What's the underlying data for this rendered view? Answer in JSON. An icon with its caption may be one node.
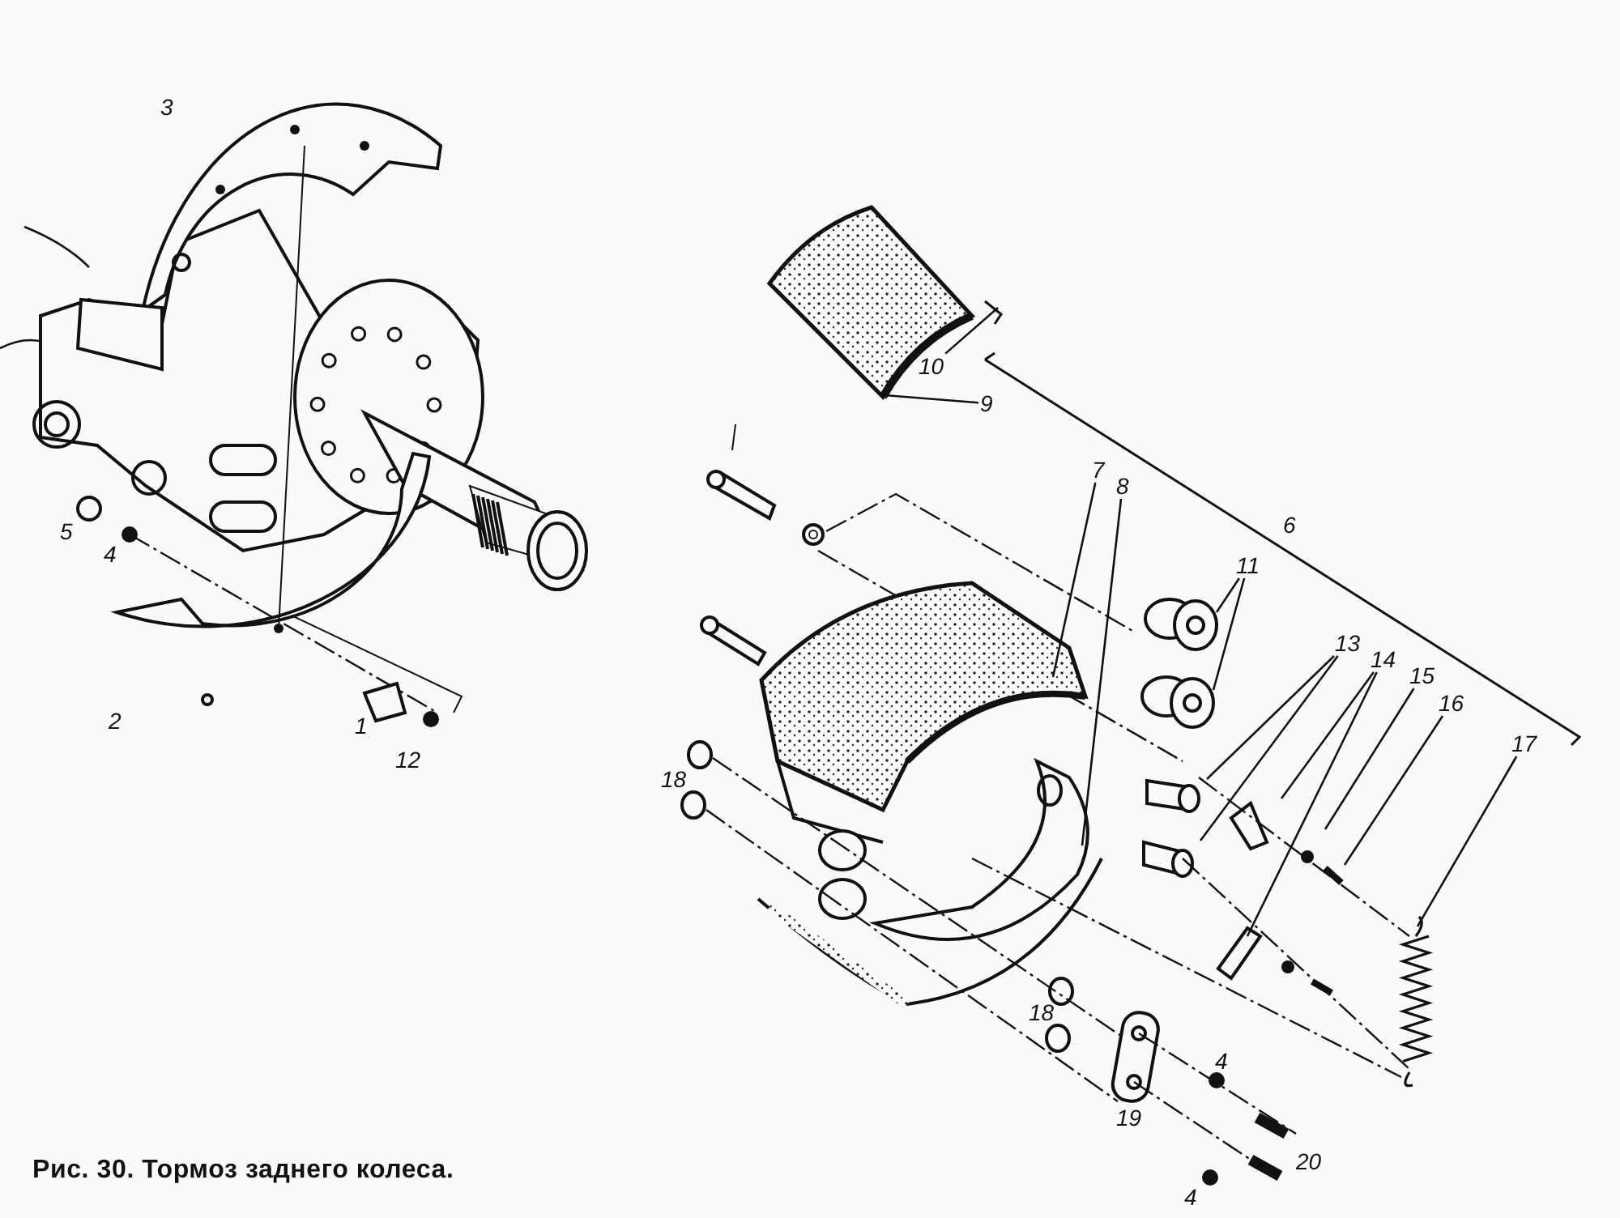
{
  "diagram": {
    "caption": "Рис. 30. Тормоз заднего колеса.",
    "nodes": [
      {
        "text": [
          "10"
        ]
      },
      {
        "text": [
          "9"
        ]
      },
      {
        "text": [
          "7"
        ]
      },
      {
        "text": [
          "8"
        ]
      },
      {
        "text": [
          "11"
        ]
      },
      {
        "text": [
          "13"
        ]
      },
      {
        "text": [
          "14"
        ]
      },
      {
        "text": [
          "15"
        ]
      },
      {
        "text": [
          "16"
        ]
      },
      {
        "text": [
          "17"
        ]
      }
    ],
    "edges": [
      {
        "from": 0,
        "to": null,
        "arrow": "none"
      },
      {
        "from": 1,
        "to": null,
        "arrow": "none"
      },
      {
        "from": 2,
        "to": null,
        "arrow": "none"
      },
      {
        "from": 3,
        "to": null,
        "arrow": "none"
      },
      {
        "from": 4,
        "to": null,
        "arrow": "none"
      },
      {
        "from": 4,
        "to": null,
        "arrow": "none"
      },
      {
        "from": 5,
        "to": null,
        "arrow": "none"
      },
      {
        "from": 5,
        "to": null,
        "arrow": "none"
      },
      {
        "from": 6,
        "to": null,
        "arrow": "none"
      },
      {
        "from": 6,
        "to": null,
        "arrow": "none"
      },
      {
        "from": 7,
        "to": null,
        "arrow": "none"
      },
      {
        "from": 8,
        "to": null,
        "arrow": "none"
      },
      {
        "from": 9,
        "to": null,
        "arrow": "none"
      }
    ],
    "labels": [
      "3",
      "5",
      "4",
      "6",
      "2",
      "1",
      "12",
      "18",
      "18",
      "4",
      "19",
      "4",
      "20"
    ]
  }
}
